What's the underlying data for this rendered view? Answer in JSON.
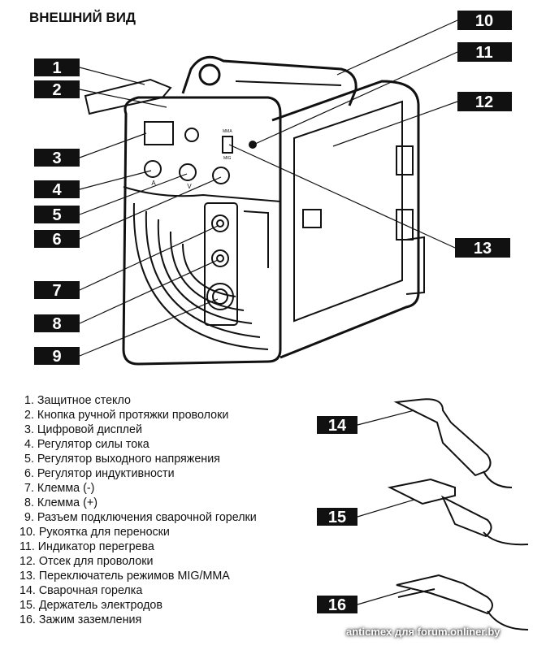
{
  "title": "ВНЕШНИЙ ВИД",
  "panel_labels": {
    "mma": "MMA",
    "mig": "MIG",
    "amps": "A",
    "volts": "V"
  },
  "callouts": [
    "1",
    "2",
    "3",
    "4",
    "5",
    "6",
    "7",
    "8",
    "9",
    "10",
    "11",
    "12",
    "13",
    "14",
    "15",
    "16"
  ],
  "legend": [
    "1. Защитное стекло",
    "2. Кнопка ручной протяжки проволоки",
    "3. Цифровой дисплей",
    "4. Регулятор силы тока",
    "5. Регулятор выходного напряжения",
    "6. Регулятор индуктивности",
    "7. Клемма (-)",
    "8. Клемма (+)",
    "9. Разъем подключения сварочной горелки",
    "10. Рукоятка для переноски",
    "11. Индикатор перегрева",
    "12. Отсек для проволоки",
    "13. Переключатель режимов MIG/MMA",
    "14. Сварочная горелка",
    "15. Держатель электродов",
    "16. Зажим заземления"
  ],
  "watermark": "anticmex для forum.onliner.by",
  "colors": {
    "ink": "#111111",
    "label_bg": "#111111",
    "label_text": "#ffffff"
  }
}
